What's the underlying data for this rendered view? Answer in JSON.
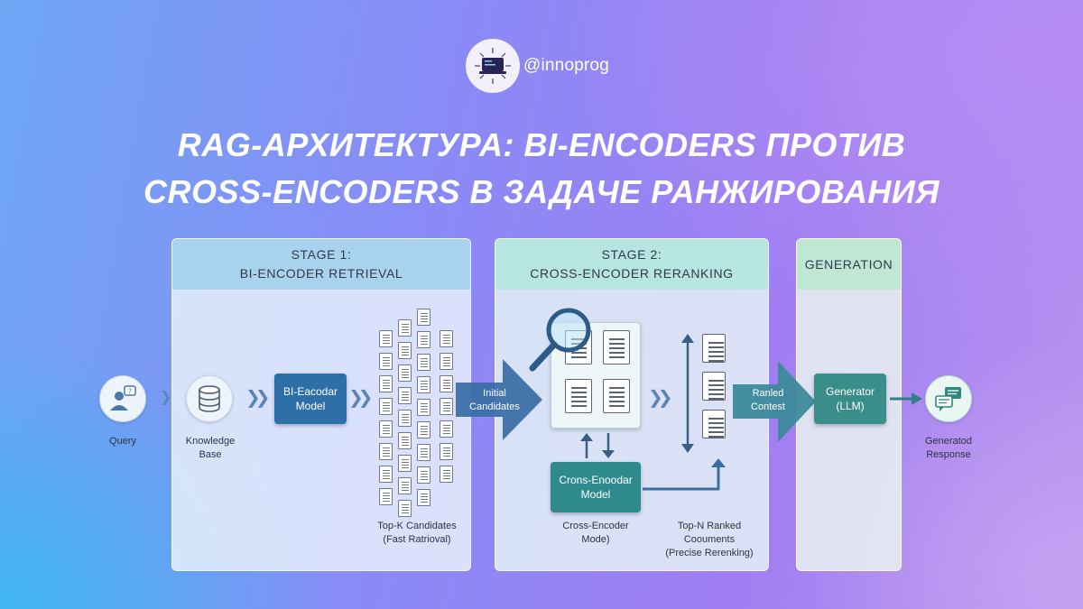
{
  "brand": {
    "handle": "@innoprog",
    "logo_icon": "laptop-icon"
  },
  "headline": {
    "line1": "RAG-АРХИТЕКТУРА: BI-ENCODERS ПРОТИВ",
    "line2": "CROSS-ENCODERS В ЗАДАЧЕ РАНЖИРОВАНИЯ"
  },
  "stages": {
    "stage1": {
      "title": "STAGE 1:",
      "subtitle": "BI-ENCODER RETRIEVAL"
    },
    "stage2": {
      "title": "STAGE 2:",
      "subtitle": "CROSS-ENCODER RERANKING"
    },
    "stage3": {
      "title": "GENERATION"
    }
  },
  "nodes": {
    "query": "Query",
    "kb_line1": "Knowledge",
    "kb_line2": "Base",
    "bi_line1": "BI-Eacodar",
    "bi_line2": "Model",
    "topk_line1": "Top-K Candidates",
    "topk_line2": "(Fast Ratrioval)",
    "initial_line1": "Initial",
    "initial_line2": "Candidates",
    "cross_line1": "Crons-Enoodar",
    "cross_line2": "Model",
    "cross_cap_line1": "Cross-Encoder",
    "cross_cap_line2": "Mode)",
    "topn_line1": "Top-N Ranked",
    "topn_line2": "Coouments",
    "topn_line3": "(Precise Rerenking)",
    "ranked_line1": "Ranled",
    "ranked_line2": "Contest",
    "gen_line1": "Generator",
    "gen_line2": "(LLM)",
    "resp_line1": "Generatod",
    "resp_line2": "Response"
  },
  "colors": {
    "stage1_header": "#a9d2ef",
    "stage2_header": "#b7e5e2",
    "stage3_header": "#bfe7d4",
    "bi_model": "#2f6fa8",
    "cross_model": "#2f8a8e",
    "generator": "#3a8e8a",
    "flow_arrow": "#3c6fa6"
  }
}
